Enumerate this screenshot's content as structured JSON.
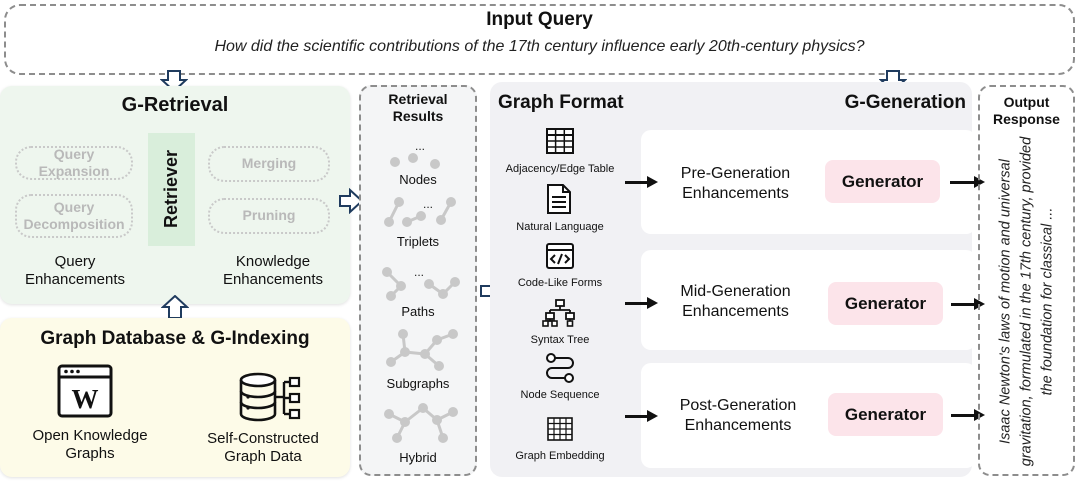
{
  "input_query": {
    "title": "Input Query",
    "question": "How did the scientific contributions of the 17th century influence early 20th-century physics?"
  },
  "retrieval": {
    "title": "G-Retrieval",
    "retriever": "Retriever",
    "query_pills": [
      "Query Expansion",
      "Query Decomposition"
    ],
    "knowledge_pills": [
      "Merging",
      "Pruning"
    ],
    "query_label": "Query Enhancements",
    "knowledge_label": "Knowledge Enhancements"
  },
  "database": {
    "title": "Graph Database & G-Indexing",
    "items": [
      "Open Knowledge Graphs",
      "Self-Constructed Graph Data"
    ]
  },
  "retrieval_results": {
    "title": "Retrieval Results",
    "items": [
      "Nodes",
      "Triplets",
      "Paths",
      "Subgraphs",
      "Hybrid"
    ],
    "ellipsis": "..."
  },
  "graph_format": {
    "title": "Graph Format",
    "items": [
      "Adjacency/Edge Table",
      "Natural Language",
      "Code-Like Forms",
      "Syntax Tree",
      "Node Sequence",
      "Graph Embedding"
    ]
  },
  "generation": {
    "title": "G-Generation",
    "stages": [
      "Pre-Generation Enhancements",
      "Mid-Generation Enhancements",
      "Post-Generation Enhancements"
    ],
    "generator": "Generator"
  },
  "output": {
    "title": "Output Response",
    "text": "Isaac Newton's laws of motion and universal gravitation, formulated in the 17th century, provided the foundation for classical ..."
  },
  "colors": {
    "retrieval_bg": "#eef6ee",
    "database_bg": "#fdfbe8",
    "generation_bg": "#f1f1f4",
    "retriever_bg": "#d9eedb",
    "generator_bg": "#fce4ea",
    "node": "#c8c8c8"
  }
}
